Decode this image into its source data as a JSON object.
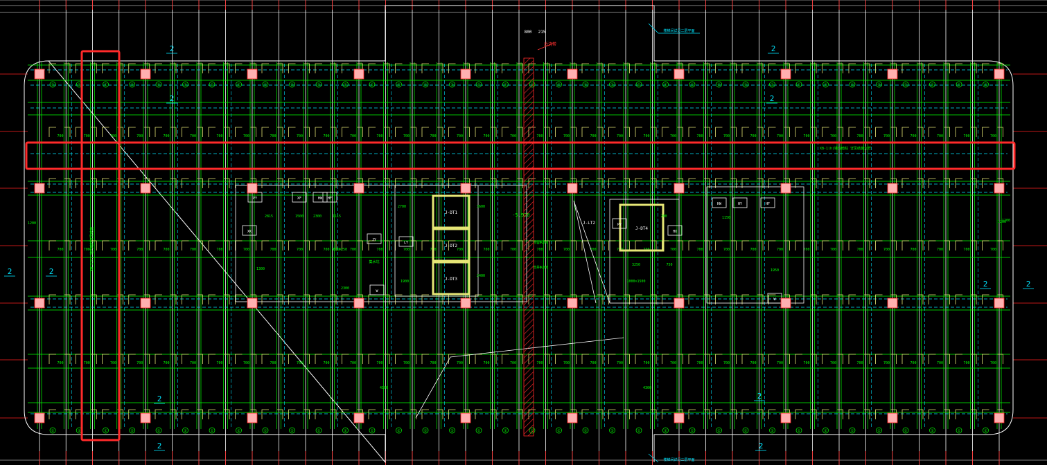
{
  "drawing": {
    "colors": {
      "background": "#000000",
      "grid_white": "#ffffff",
      "axis_red": "#ff2020",
      "beam_green": "#00ff00",
      "dash_cyan": "#00e5ff",
      "slab_yellow": "#e6e676",
      "column_fill": "#ffb0b0",
      "highlight": "#ff2a2a",
      "text_green": "#00ff00",
      "text_red": "#ff3030"
    },
    "top_dims": {
      "a": "800",
      "b": "215"
    },
    "red_label": "后浇带",
    "cyan_notes": {
      "top": "楼梯间详见二层平面",
      "bottom": "楼梯间详见二层平面"
    },
    "section_marks": [
      "2",
      "2",
      "2",
      "2",
      "2",
      "2",
      "2",
      "2",
      "2",
      "2",
      "2",
      "2"
    ],
    "span_labels": [
      "700",
      "700",
      "800"
    ],
    "side_dims": {
      "left": "1200",
      "right": "1200"
    },
    "elevation": "-5.920",
    "slab_markers": [
      "①",
      "②"
    ],
    "core": {
      "stairs": [
        "J-DT1",
        "J-DT2",
        "J-DT3",
        "J-LT2",
        "J-DT4"
      ],
      "rooms": [
        "PY",
        "XF",
        "HW",
        "HF",
        "JY",
        "XK",
        "LY",
        "W",
        "HW",
        "HY",
        "HF",
        "PY",
        "HX",
        "W"
      ],
      "dims": [
        "2815",
        "1500",
        "2300",
        "1115",
        "3250",
        "1950",
        "1150",
        "4100",
        "4300",
        "1300",
        "1900",
        "2700",
        "3600",
        "2400",
        "2300",
        "200",
        "750",
        "1200"
      ],
      "notes": [
        "坡道Φ250",
        "预留Φ200",
        "管井Φ200",
        "集水坑",
        "1000×1500"
      ]
    },
    "vertical_note": "XB-1(c) 墙内暗柱详见结施",
    "horizontal_note": "XB-1(h)墙内暗柱 详见结施大样"
  }
}
